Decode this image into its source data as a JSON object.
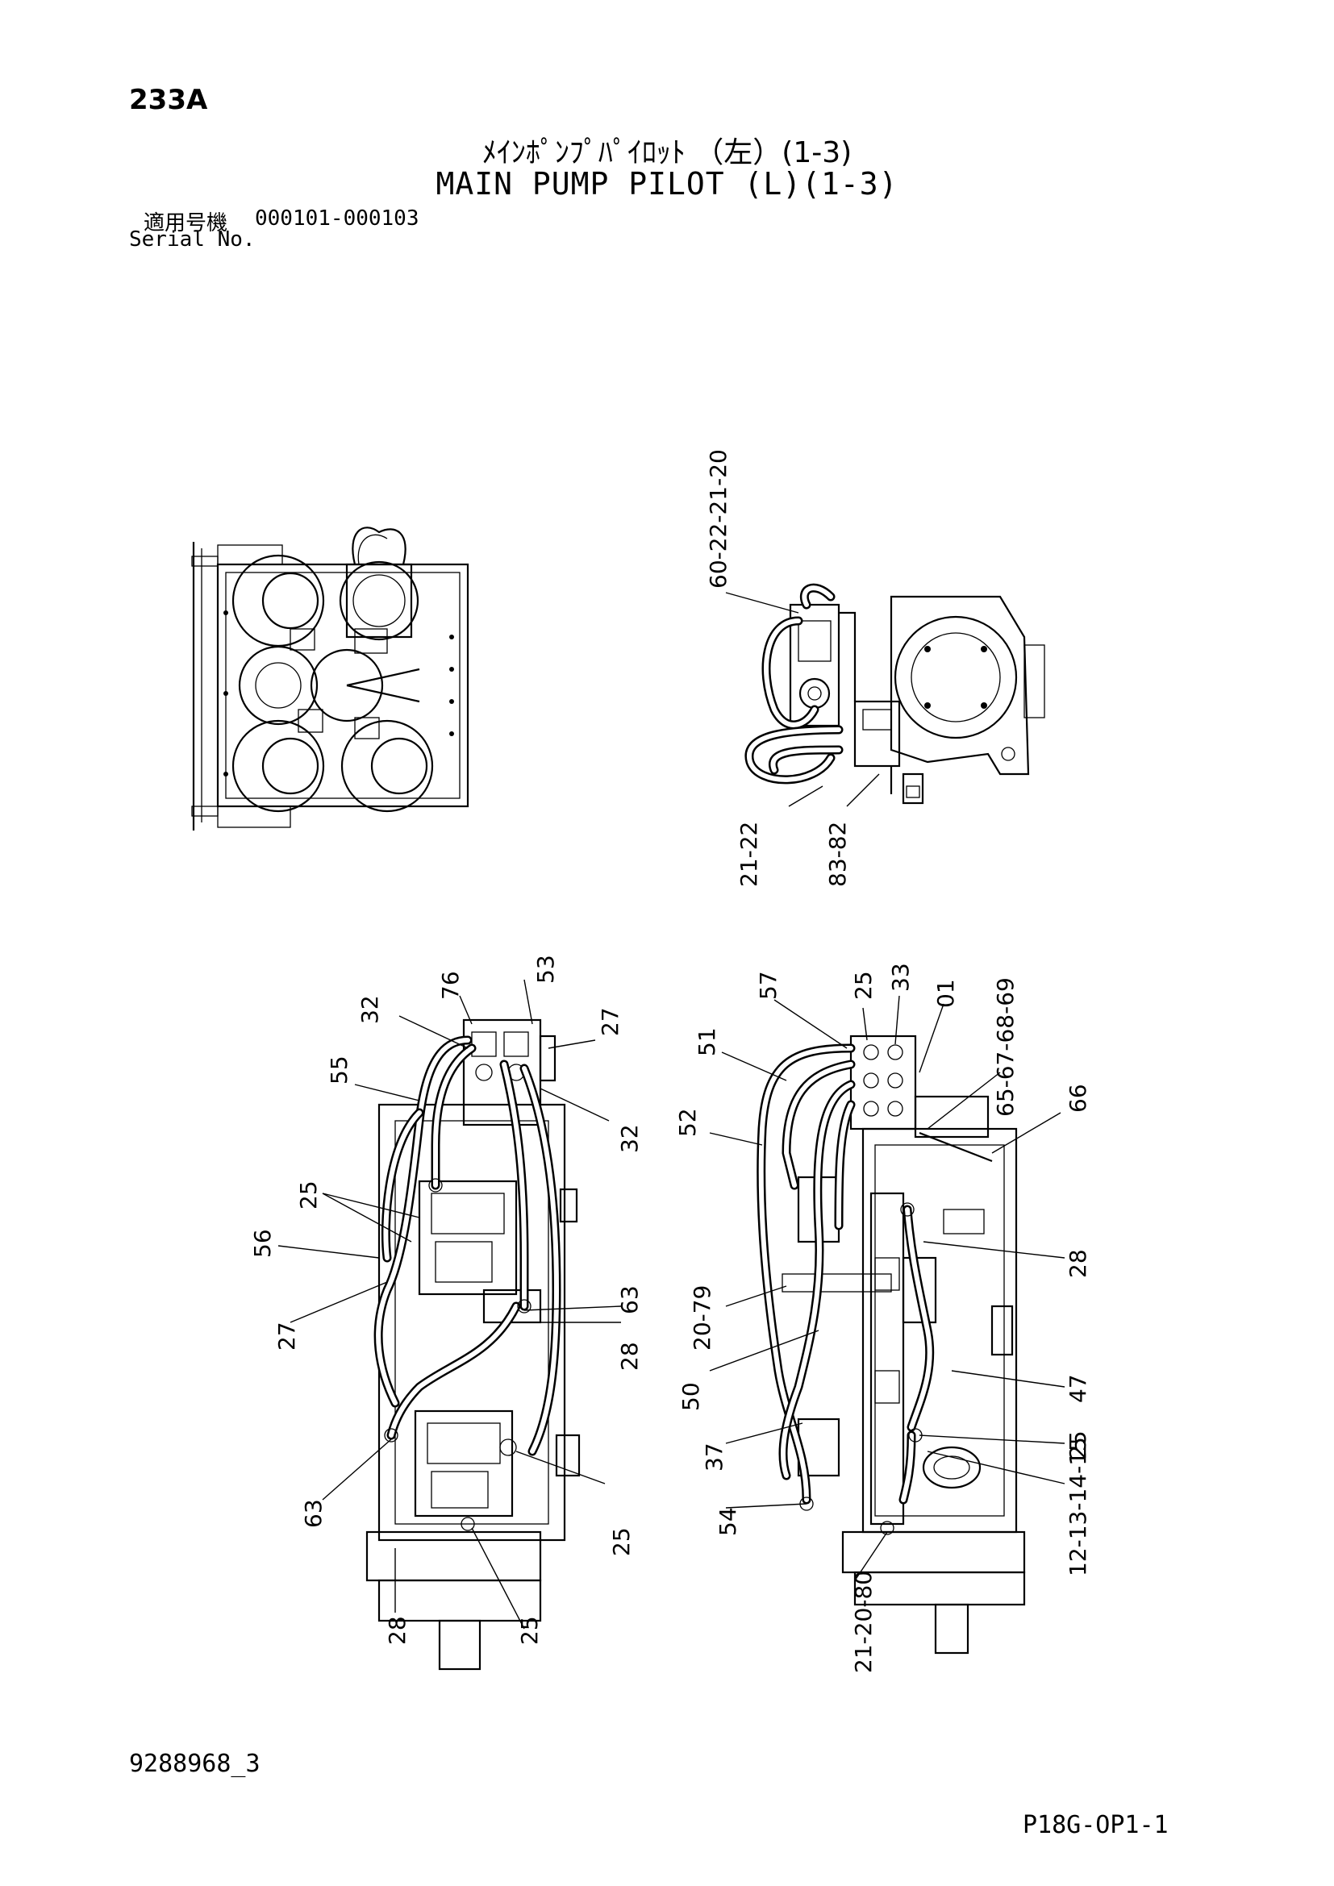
{
  "header": {
    "page_number": "233A",
    "title_jp": "ﾒｲﾝﾎﾟﾝﾌﾟﾊﾟｲﾛｯﾄ （左）(1-3)",
    "title_en": "MAIN PUMP PILOT (L)(1-3)",
    "serial_label_jp": "適用号機",
    "serial_range": "000101-000103",
    "serial_label_en": "Serial No."
  },
  "footer": {
    "drawing_number": "9288968_3",
    "code_reference": "P18G-OP1-1"
  },
  "callouts": {
    "top_right": [
      "60-22-21-20",
      "21-22",
      "83-82"
    ],
    "bottom_left": [
      "76",
      "53",
      "32",
      "27",
      "55",
      "32",
      "25",
      "56",
      "27",
      "63",
      "28",
      "63",
      "25",
      "28",
      "25"
    ],
    "bottom_right": [
      "57",
      "25",
      "33",
      "01",
      "65-67-68-69",
      "51",
      "66",
      "52",
      "28",
      "20-79",
      "50",
      "47",
      "37",
      "25",
      "12-13-14-15",
      "54",
      "21-20-80"
    ]
  }
}
